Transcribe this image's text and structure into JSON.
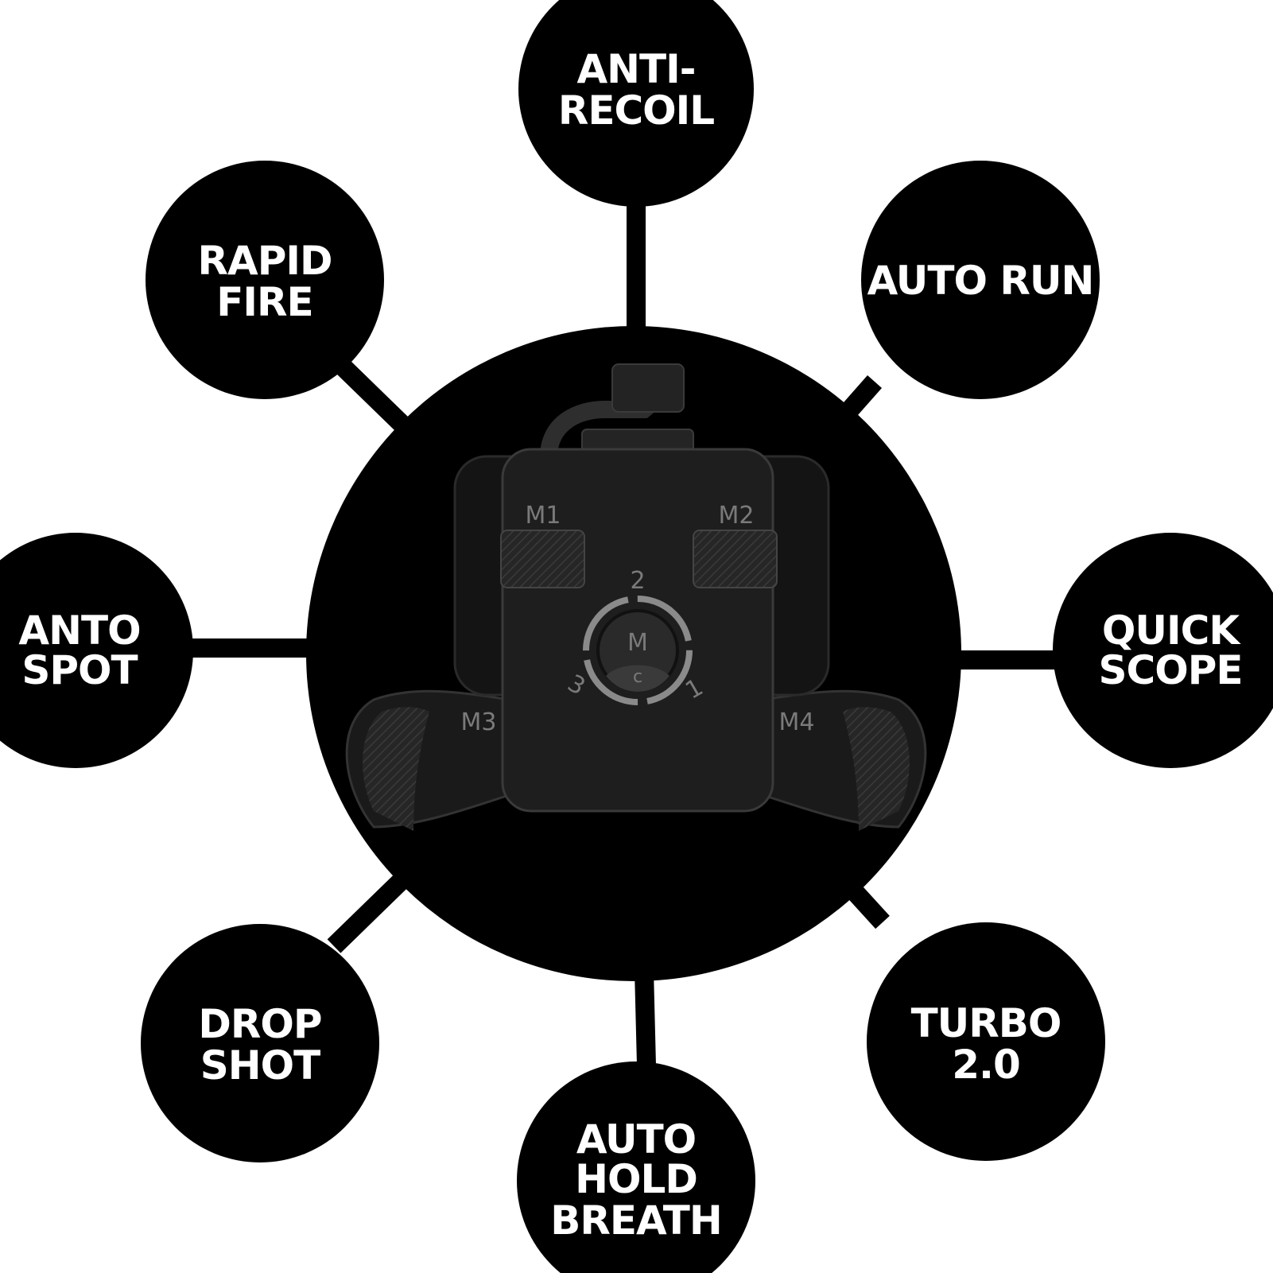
{
  "colors": {
    "background": "#ffffff",
    "node": "#000000",
    "text": "#ffffff",
    "device_body": "#1e1e1e",
    "device_label": "#7a7a7a",
    "ring": "#8a8a8a"
  },
  "features": {
    "anti_recoil": [
      "ANTI-",
      "RECOIL"
    ],
    "auto_run": [
      "AUTO RUN"
    ],
    "quick_scope": [
      "QUICK",
      "SCOPE"
    ],
    "turbo": [
      "TURBO",
      "2.0"
    ],
    "auto_hold_breath": [
      "AUTO",
      "HOLD",
      "BREATH"
    ],
    "drop_shot": [
      "DROP",
      "SHOT"
    ],
    "anto_spot": [
      "ANTO",
      "SPOT"
    ],
    "rapid_fire": [
      "RAPID",
      "FIRE"
    ]
  },
  "device": {
    "m1": "M1",
    "m2": "M2",
    "m3": "M3",
    "m4": "M4",
    "mode_button": "M",
    "clear_button": "c",
    "mode_1": "1",
    "mode_2": "2",
    "mode_3": "3"
  }
}
